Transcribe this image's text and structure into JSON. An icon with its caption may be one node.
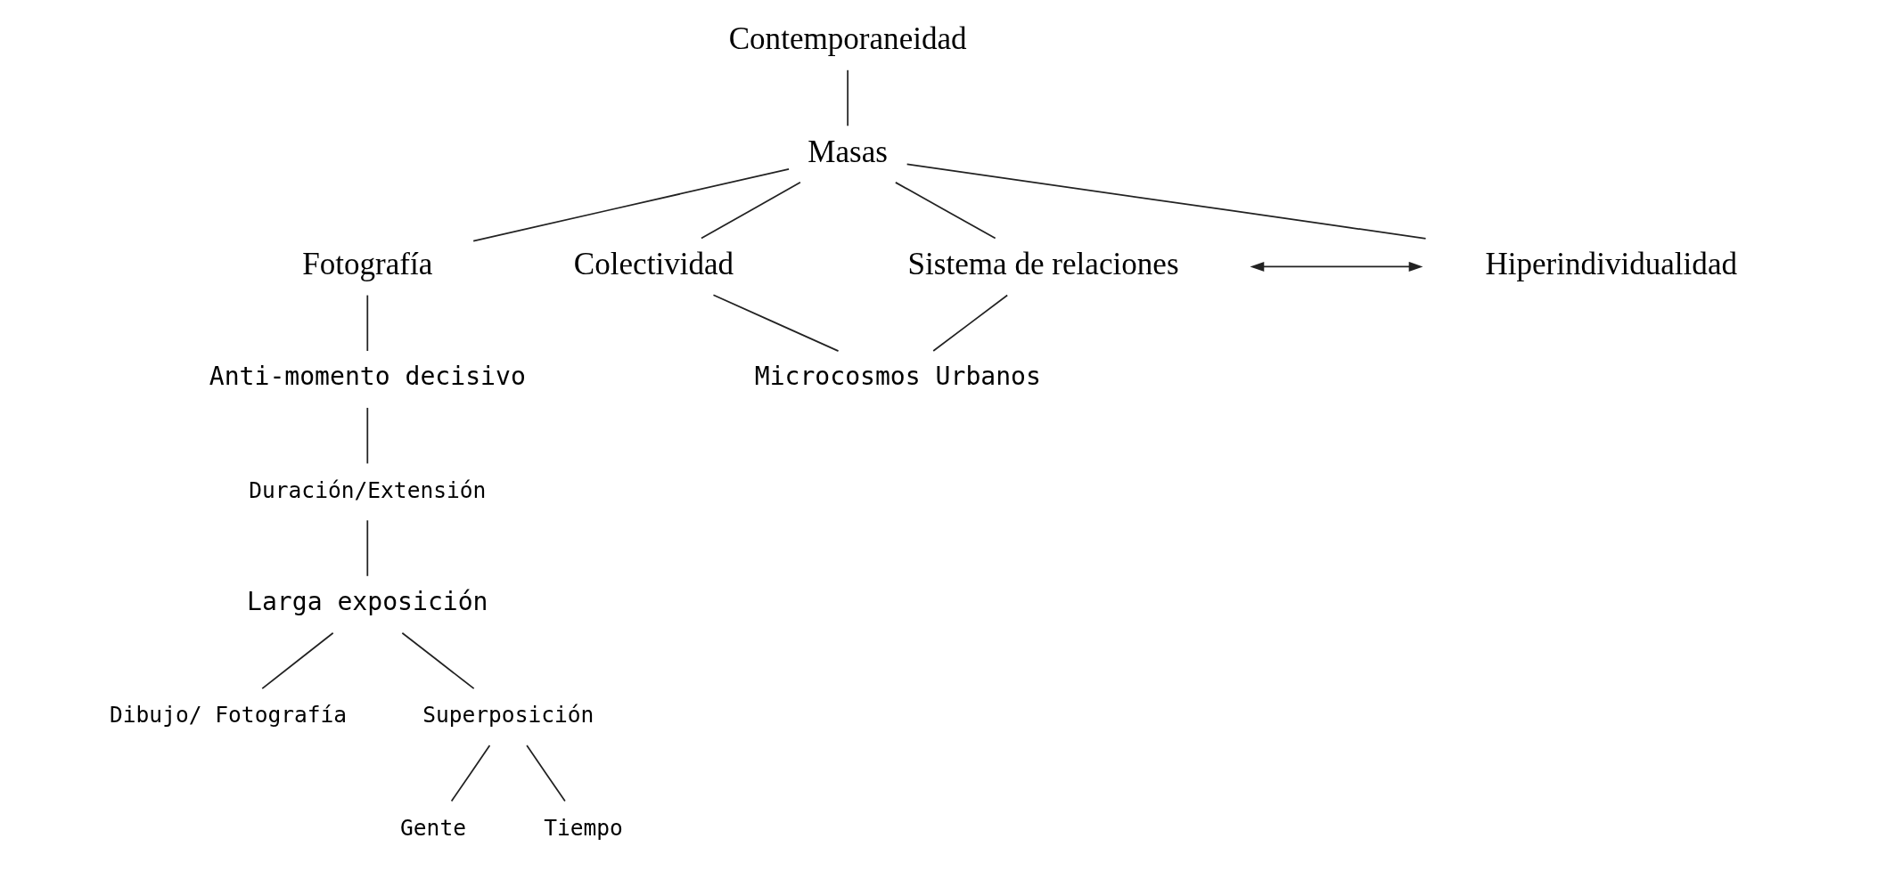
{
  "diagram": {
    "nodes": [
      {
        "text": [
          "Contemporaneidad"
        ]
      },
      {
        "text": [
          "Masas"
        ]
      },
      {
        "text": [
          "Fotografía"
        ]
      },
      {
        "text": [
          "Colectividad"
        ]
      },
      {
        "text": [
          "Sistema de relaciones"
        ]
      },
      {
        "text": [
          "Hiperindividualidad"
        ]
      },
      {
        "text": [
          "Anti-momento decisivo"
        ]
      },
      {
        "text": [
          "Duración/Extensión"
        ]
      },
      {
        "text": [
          "Larga exposición"
        ]
      },
      {
        "text": [
          "Dibujo/ Fotografía"
        ]
      },
      {
        "text": [
          "Superposición"
        ]
      },
      {
        "text": [
          "Gente"
        ]
      },
      {
        "text": [
          "Tiempo"
        ]
      },
      {
        "text": [
          "Microcosmos Urbanos"
        ]
      }
    ],
    "edges": [
      {
        "from": 0,
        "to": 1,
        "arrow": "none"
      },
      {
        "from": 1,
        "to": 2,
        "arrow": "none"
      },
      {
        "from": 1,
        "to": 3,
        "arrow": "none"
      },
      {
        "from": 1,
        "to": 4,
        "arrow": "none"
      },
      {
        "from": 1,
        "to": 5,
        "arrow": "none"
      },
      {
        "from": 4,
        "to": 5,
        "arrow": "both"
      },
      {
        "from": 2,
        "to": 6,
        "arrow": "none"
      },
      {
        "from": 6,
        "to": 7,
        "arrow": "none"
      },
      {
        "from": 7,
        "to": 8,
        "arrow": "none"
      },
      {
        "from": 8,
        "to": 9,
        "arrow": "none"
      },
      {
        "from": 8,
        "to": 10,
        "arrow": "none"
      },
      {
        "from": 10,
        "to": 11,
        "arrow": "none"
      },
      {
        "from": 10,
        "to": 12,
        "arrow": "none"
      },
      {
        "from": 3,
        "to": 13,
        "arrow": "none"
      },
      {
        "from": 4,
        "to": 13,
        "arrow": "none"
      }
    ]
  }
}
